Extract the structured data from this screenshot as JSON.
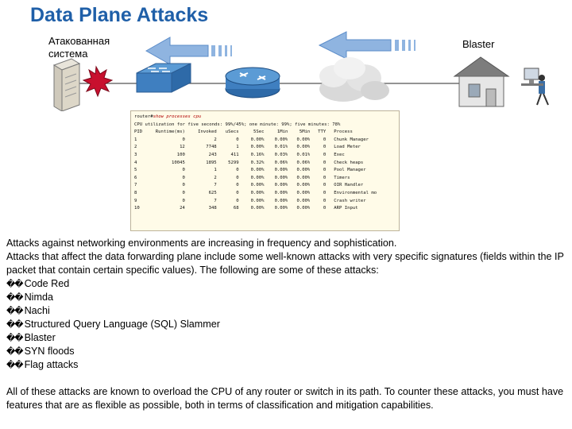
{
  "title": "Data Plane Attacks",
  "diagram": {
    "left_label": "Атакованная система",
    "right_label": "Blaster",
    "accent": "#4a86c8",
    "arrow_color": "#8fb4e0"
  },
  "terminal": {
    "prompt": "router#",
    "command": "show processes cpu",
    "utilization_line": "CPU utilization for five seconds: 99%/45%; one minute: 99%; five minutes: 78%",
    "headers": [
      "PID",
      "Runtime(ms)",
      "Invoked",
      "uSecs",
      "5Sec",
      "1Min",
      "5Min",
      "TTY",
      "Process"
    ],
    "rows": [
      [
        "1",
        "0",
        "2",
        "0",
        "0.00%",
        "0.00%",
        "0.00%",
        "0",
        "Chunk Manager"
      ],
      [
        "2",
        "12",
        "7748",
        "1",
        "0.00%",
        "0.01%",
        "0.00%",
        "0",
        "Load Meter"
      ],
      [
        "3",
        "100",
        "243",
        "411",
        "0.16%",
        "0.03%",
        "0.01%",
        "0",
        "Exec"
      ],
      [
        "4",
        "10045",
        "1895",
        "5299",
        "0.32%",
        "0.06%",
        "0.06%",
        "0",
        "Check heaps"
      ],
      [
        "5",
        "0",
        "1",
        "0",
        "0.00%",
        "0.00%",
        "0.00%",
        "0",
        "Pool Manager"
      ],
      [
        "6",
        "0",
        "2",
        "0",
        "0.00%",
        "0.00%",
        "0.00%",
        "0",
        "Timers"
      ],
      [
        "7",
        "0",
        "7",
        "0",
        "0.00%",
        "0.00%",
        "0.00%",
        "0",
        "OIR Handler"
      ],
      [
        "8",
        "0",
        "625",
        "0",
        "0.00%",
        "0.00%",
        "0.00%",
        "0",
        "Environmental mo"
      ],
      [
        "9",
        "0",
        "7",
        "0",
        "0.00%",
        "0.00%",
        "0.00%",
        "0",
        "Crash writer"
      ],
      [
        "10",
        "24",
        "348",
        "68",
        "0.00%",
        "0.00%",
        "0.00%",
        "0",
        "ARP Input"
      ]
    ]
  },
  "text": {
    "para1": "Attacks against networking environments are increasing in frequency and sophistication.",
    "para2": "Attacks that affect the data forwarding plane include some well-known attacks with very specific signatures (fields within the IP packet that contain certain specific values). The following are some of these attacks:",
    "bullet_mark": "��",
    "bullets": [
      "Code Red",
      "Nimda",
      "Nachi",
      "Structured Query Language (SQL) Slammer",
      "Blaster",
      "SYN floods",
      "Flag attacks"
    ],
    "para3": "All of these attacks are known to overload the CPU of any router or switch in its path. To counter these attacks, you must have features that are as flexible as possible, both in terms of classification and mitigation capabilities."
  }
}
